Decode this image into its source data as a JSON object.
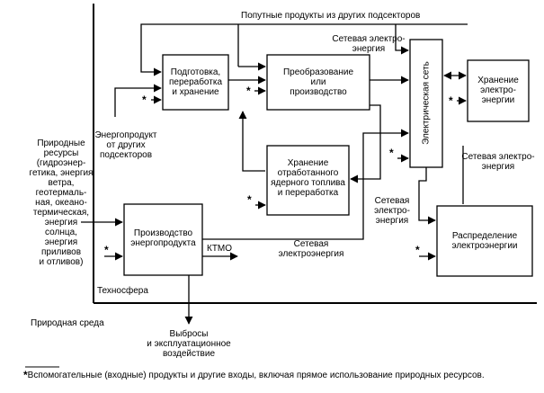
{
  "top_label": "Попутные продукты из других подсекторов",
  "boxes": {
    "prep": [
      "Подготовка,",
      "переработка",
      "и хранение"
    ],
    "conv": [
      "Преобразование",
      "или",
      "производство"
    ],
    "grid": "Электрическая сеть",
    "store_e": [
      "Хранение",
      "электро-",
      "энергии"
    ],
    "spent": [
      "Хранение",
      "отработанного",
      "ядерного топлива",
      "и переработка"
    ],
    "prod": [
      "Производство",
      "энергопродукта"
    ],
    "dist": [
      "Распределение",
      "электроэнергии"
    ]
  },
  "labels": {
    "net_top": [
      "Сетевая электро-",
      "энергия"
    ],
    "energy_product": [
      "Энергопродукт",
      "от других",
      "подсекторов"
    ],
    "natural_resources": [
      "Природные",
      "ресурсы",
      "(гидроэнер-",
      "гетика, энергия",
      "ветра,",
      "геотермаль-",
      "ная, океано-",
      "термическая,",
      "энергия",
      "солнца,",
      "энергия",
      "приливов",
      "и отливов)"
    ],
    "net_right": [
      "Сетевая электро-",
      "энергия"
    ],
    "net_mid": [
      "Сетевая",
      "электро-",
      "энергия"
    ],
    "ktmo": "КТМО",
    "net_bottom": [
      "Сетевая",
      "электроэнергия"
    ],
    "technosphere": "Техносфера",
    "natural_env": "Природная среда",
    "emissions": [
      "Выбросы",
      "и эксплуатационное",
      "воздействие"
    ],
    "star": "*"
  },
  "footnote": {
    "mark": "*",
    "text": "Вспомогательные (входные) продукты и другие входы, включая прямое использование природных ресурсов."
  }
}
